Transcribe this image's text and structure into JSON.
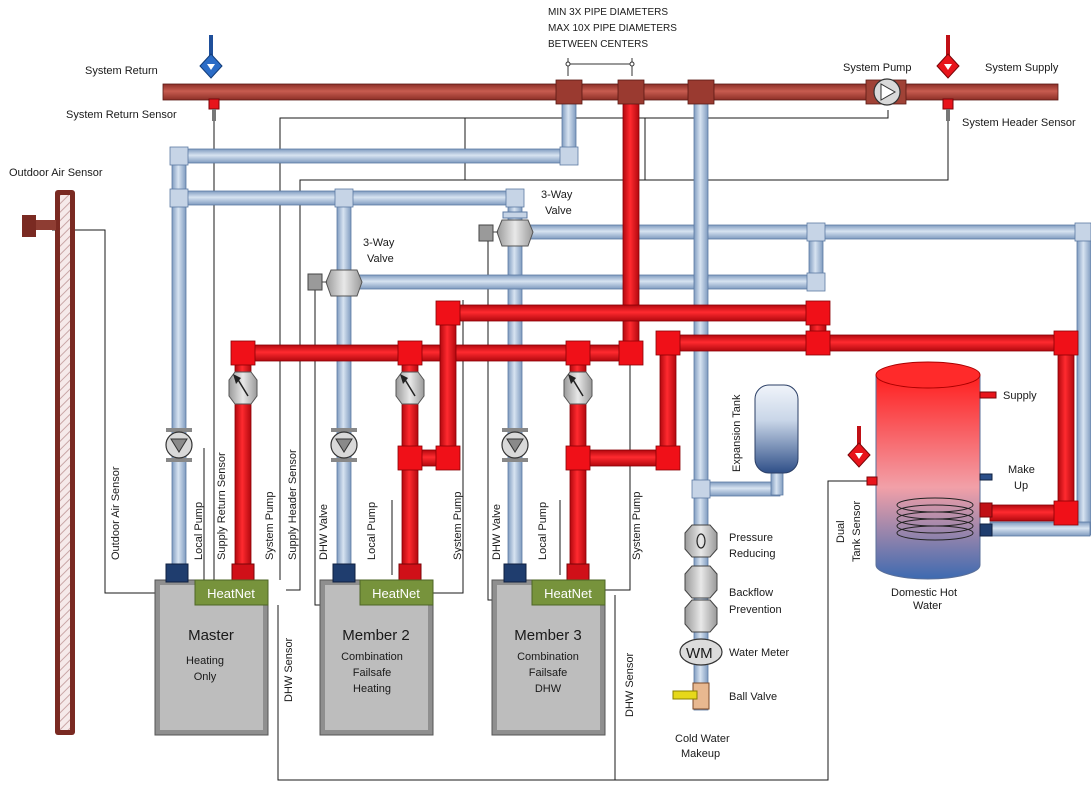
{
  "labels": {
    "system_return": "System Return",
    "system_return_sensor": "System Return Sensor",
    "system_pump": "System Pump",
    "system_supply": "System Supply",
    "system_header_sensor": "System Header Sensor",
    "pipe_note_1": "MIN 3X PIPE DIAMETERS",
    "pipe_note_2": "MAX 10X PIPE DIAMETERS",
    "pipe_note_3": "BETWEEN CENTERS",
    "outdoor_air_sensor_top": "Outdoor Air Sensor",
    "three_way_valve_1_a": "3-Way",
    "three_way_valve_1_b": "Valve",
    "three_way_valve_2_a": "3-Way",
    "three_way_valve_2_b": "Valve",
    "expansion_tank": "Expansion Tank",
    "pressure_reducing_a": "Pressure",
    "pressure_reducing_b": "Reducing",
    "backflow_a": "Backflow",
    "backflow_b": "Prevention",
    "water_meter": "Water Meter",
    "wm": "WM",
    "ball_valve": "Ball Valve",
    "cold_water_a": "Cold Water",
    "cold_water_b": "Makeup",
    "supply": "Supply",
    "make_up_a": "Make",
    "make_up_b": "Up",
    "dual_tank_a": "Dual",
    "dual_tank_b": "Tank Sensor",
    "dhw_tank_a": "Domestic Hot",
    "dhw_tank_b": "Water"
  },
  "vertical_labels": {
    "outdoor_air_sensor": "Outdoor Air Sensor",
    "local_pump_1": "Local Pump",
    "supply_return_sensor": "Supply Return Sensor",
    "system_pump_1": "System Pump",
    "supply_header_sensor": "Supply Header Sensor",
    "dhw_valve_2": "DHW Valve",
    "local_pump_2": "Local Pump",
    "system_pump_2": "System Pump",
    "dhw_valve_3": "DHW Valve",
    "local_pump_3": "Local Pump",
    "system_pump_3": "System Pump",
    "dhw_sensor_1": "DHW Sensor",
    "dhw_sensor_3": "DHW Sensor"
  },
  "boilers": [
    {
      "controller": "HeatNet",
      "name": "Master",
      "line1": "Heating",
      "line2": "Only",
      "line3": ""
    },
    {
      "controller": "HeatNet",
      "name": "Member 2",
      "line1": "Combination",
      "line2": "Failsafe",
      "line3": "Heating"
    },
    {
      "controller": "HeatNet",
      "name": "Member 3",
      "line1": "Combination",
      "line2": "Failsafe",
      "line3": "DHW"
    }
  ],
  "colors": {
    "hot_pipe": "#e8141b",
    "cold_pipe": "#a9c0dc",
    "header_pipe": "#b5473b",
    "heatnet_green": "#77933c",
    "boiler_body": "#b2b2b2",
    "sensor_outline": "#7a2a22"
  }
}
